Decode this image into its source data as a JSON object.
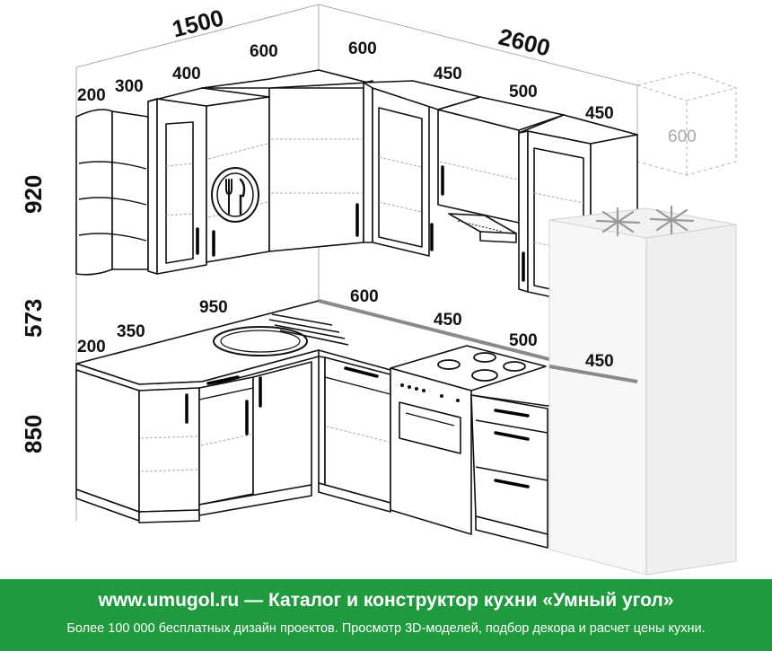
{
  "colors": {
    "footer_bg": "#1f9a3f",
    "footer_text": "#ffffff"
  },
  "dimensions": {
    "top": {
      "total_left": "1500",
      "total_right": "2600",
      "w200": "200",
      "w300": "300",
      "w400": "400",
      "w600a": "600",
      "w600b": "600",
      "w450": "450",
      "w500": "500",
      "w450b": "450",
      "fridge_600": "600"
    },
    "bottom": {
      "w200": "200",
      "w350": "350",
      "w950": "950",
      "w600": "600",
      "w450": "450",
      "w500": "500",
      "fridge_450": "450"
    },
    "heights": {
      "upper": "920",
      "gap": "573",
      "lower": "850"
    }
  },
  "icons": [
    "shelf-rack-icon",
    "cutlery-plate-icon",
    "range-hood-icon",
    "sink-icon",
    "cooktop-icon",
    "oven-icon",
    "fridge-snowflake-icon"
  ],
  "footer": {
    "site": "www.umugol.ru",
    "dash": "—",
    "tagline": "Каталог и конструктор кухни «Умный угол»",
    "subtitle": "Более 100 000 бесплатных дизайн проектов. Просмотр 3D-моделей, подбор декора и расчет цены кухни."
  }
}
